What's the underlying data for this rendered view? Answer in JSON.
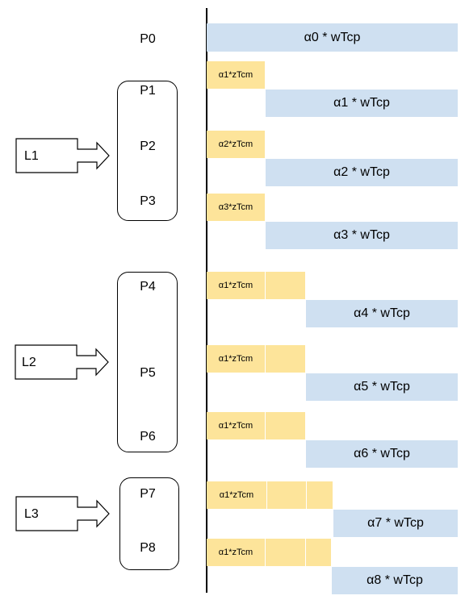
{
  "processes": [
    "P0",
    "P1",
    "P2",
    "P3",
    "P4",
    "P5",
    "P6",
    "P7",
    "P8"
  ],
  "groups": [
    "L1",
    "L2",
    "L3"
  ],
  "bars": {
    "compute": [
      "α0 * wTcp",
      "α1 * wTcp",
      "α2 * wTcp",
      "α3 * wTcp",
      "α4 * wTcp",
      "α5 * wTcp",
      "α6 * wTcp",
      "α7 * wTcp",
      "α8 * wTcp"
    ],
    "comm": [
      "α1*zTcm",
      "α2*zTcm",
      "α3*zTcm",
      "α1*zTcm",
      "α1*zTcm",
      "α1*zTcm",
      "α1*zTcm",
      "α1*zTcm"
    ]
  },
  "colors": {
    "compute": "#cfe0f1",
    "comm": "#fde49a"
  }
}
